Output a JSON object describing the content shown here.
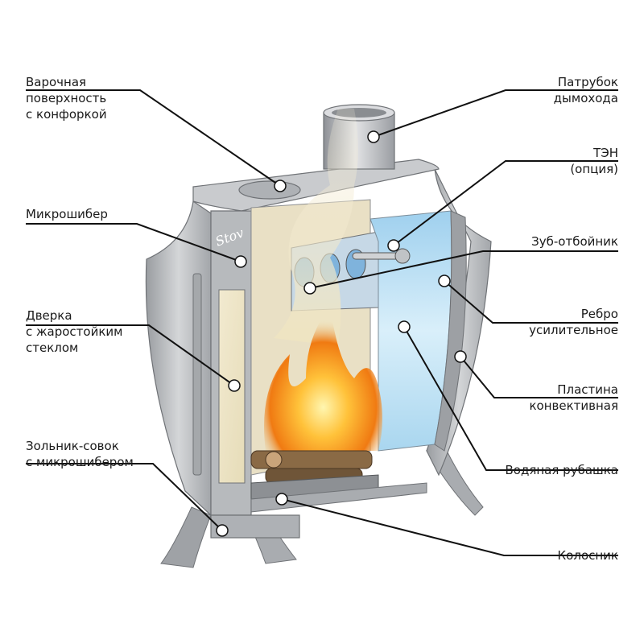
{
  "labels": {
    "cooking_surface": [
      "Варочная",
      "поверхность",
      "с конфоркой"
    ],
    "micro_damper": [
      "Микрошибер"
    ],
    "door": [
      "Дверка",
      "с жаростойким",
      "стеклом"
    ],
    "ash_pan": [
      "Зольник-совок",
      "с микрошибером"
    ],
    "chimney_pipe": [
      "Патрубок",
      "дымохода"
    ],
    "heater": [
      "ТЭН",
      "(опция)"
    ],
    "baffle_tooth": [
      "Зуб-отбойник"
    ],
    "rib": [
      "Ребро",
      "усилительное"
    ],
    "plate": [
      "Пластина",
      "конвективная"
    ],
    "water_jacket": [
      "Водяная рубашка"
    ],
    "grate": [
      "Колосник"
    ]
  },
  "logo_text": "Stov",
  "colors": {
    "line": "#111111",
    "marker": "#ffffff",
    "metal": "#b9bbbe",
    "fire": "#f58a1f",
    "water": "#bfe3f5"
  }
}
